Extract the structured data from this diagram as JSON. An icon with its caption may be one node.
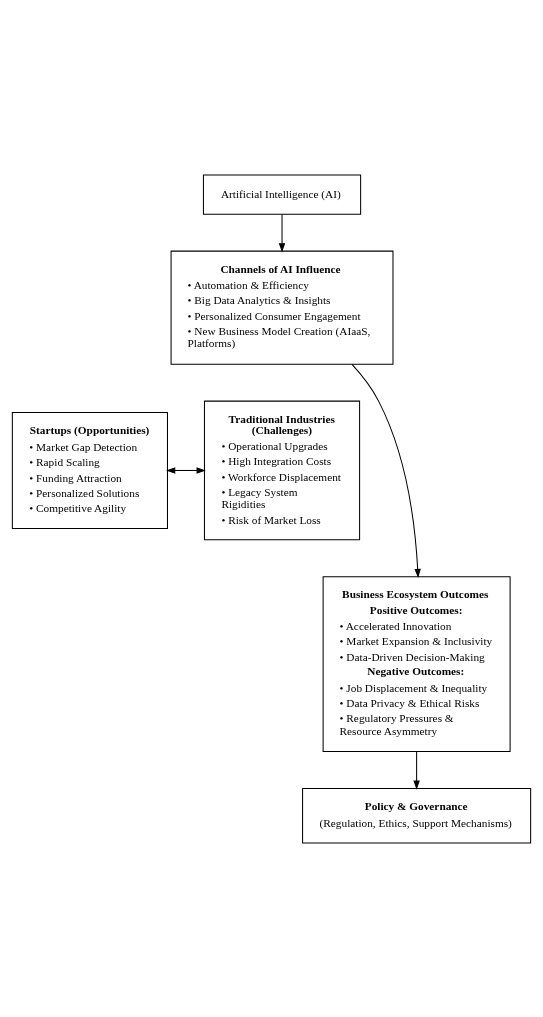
{
  "diagram": {
    "nodes": [
      {
        "text": [
          "Artificial Intelligence (AI)"
        ]
      },
      {
        "text": [
          "Channels of AI Influence",
          "• Automation & Efficiency",
          "• Big Data Analytics & Insights",
          "• Personalized Consumer Engagement",
          "• New Business Model Creation (AIaaS, Platforms)"
        ]
      },
      {
        "text": [
          "Startups (Opportunities)",
          "• Market Gap Detection",
          "• Rapid Scaling",
          "• Funding Attraction",
          "• Personalized Solutions",
          "• Competitive Agility"
        ]
      },
      {
        "text": [
          "Traditional Industries (Challenges)",
          "• Operational Upgrades",
          "• High Integration Costs",
          "• Workforce Displacement",
          "• Legacy System Rigidities",
          "• Risk of Market Loss"
        ]
      },
      {
        "text": [
          "Business Ecosystem Outcomes",
          "Positive Outcomes:",
          "• Accelerated Innovation",
          "• Market Expansion & Inclusivity",
          "• Data-Driven Decision-Making",
          "Negative Outcomes:",
          "• Job Displacement & Inequality",
          "• Data Privacy & Ethical Risks",
          "• Regulatory Pressures & Resource Asymmetry"
        ]
      },
      {
        "text": [
          "Policy & Governance",
          "(Regulation, Ethics, Support Mechanisms)"
        ]
      }
    ],
    "edges": [
      {
        "from": 0,
        "to": 1,
        "arrow": "to"
      },
      {
        "from": 1,
        "to": 4,
        "arrow": "to"
      },
      {
        "from": 2,
        "to": 3,
        "arrow": "both"
      },
      {
        "from": 4,
        "to": 5,
        "arrow": "to"
      }
    ]
  }
}
